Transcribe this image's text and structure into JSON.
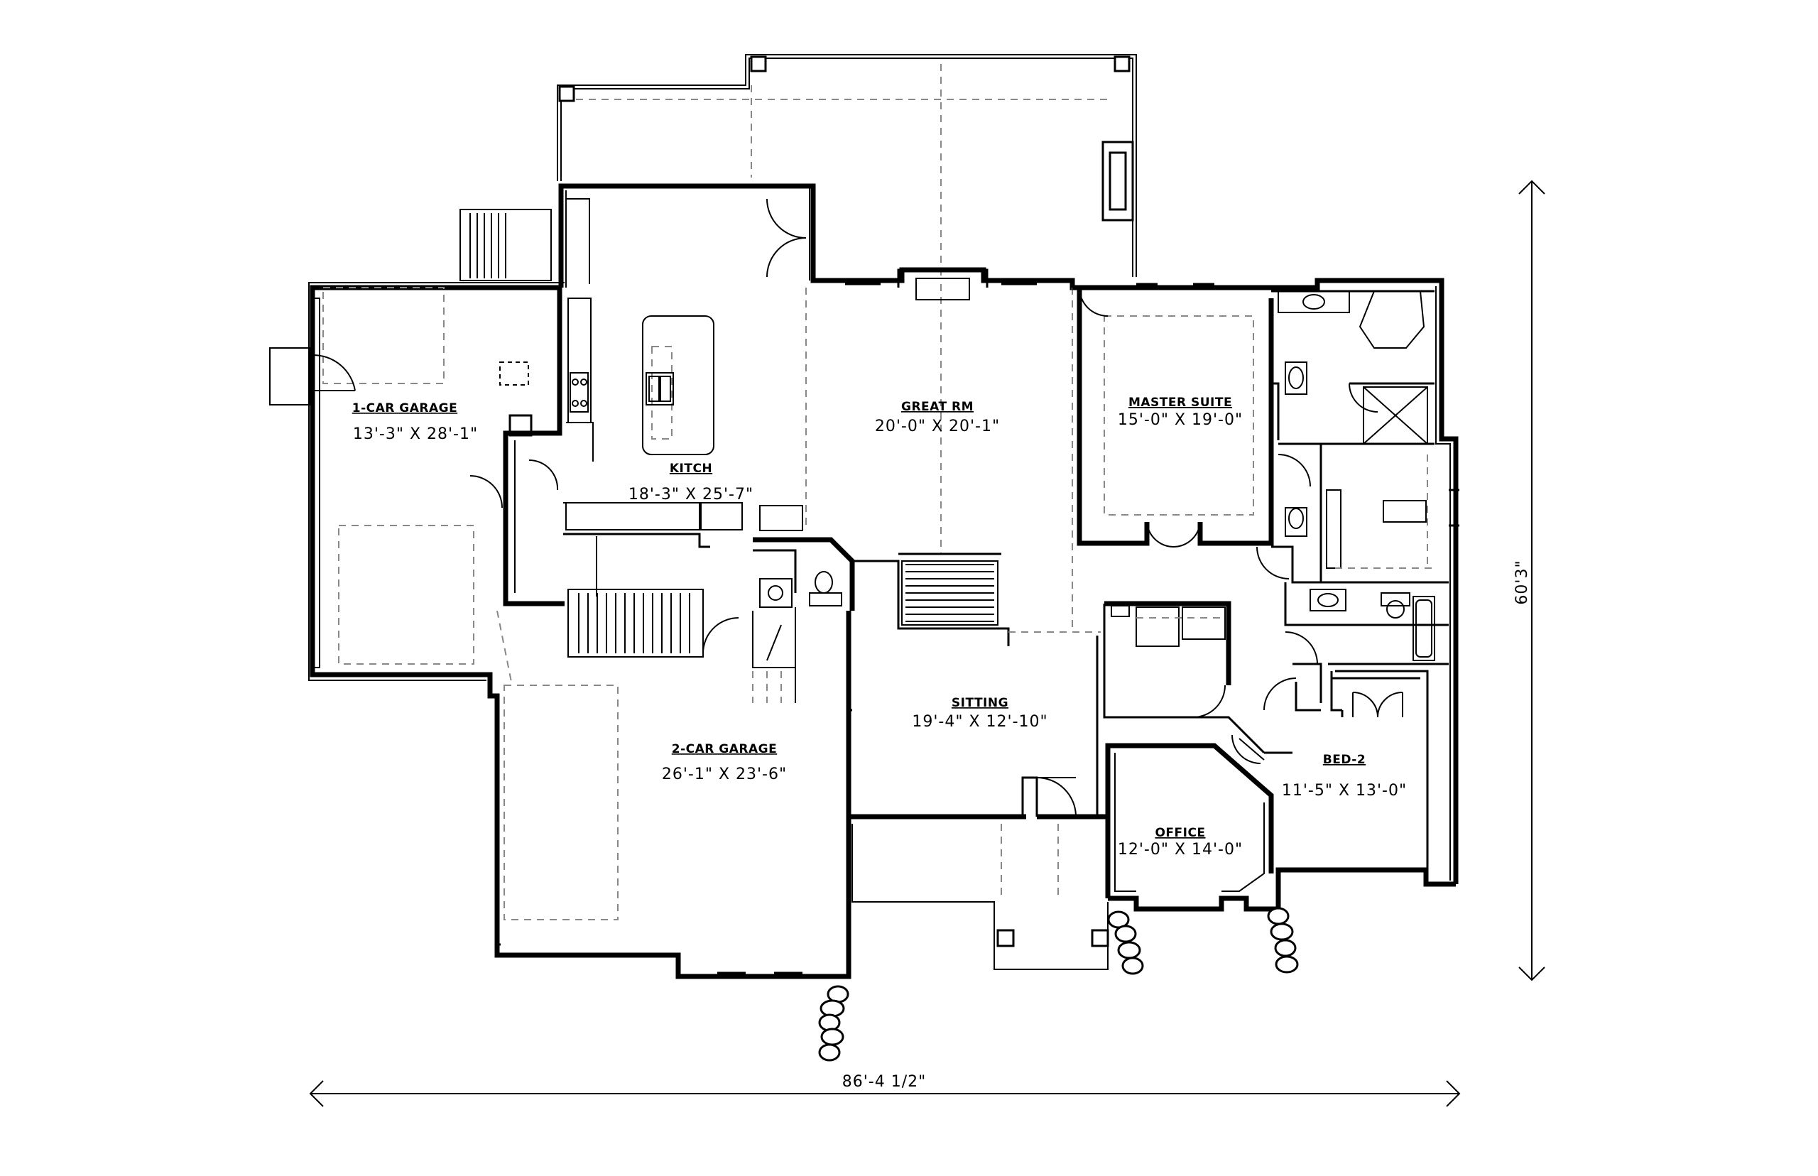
{
  "rooms": {
    "garage1": {
      "name": "1-CAR GARAGE",
      "dims": "13'-3\" X 28'-1\""
    },
    "kitchen": {
      "name": "KITCH",
      "dims": "18'-3\" X 25'-7\""
    },
    "great_room": {
      "name": "GREAT RM",
      "dims": "20'-0\" X 20'-1\""
    },
    "master_suite": {
      "name": "MASTER SUITE",
      "dims": "15'-0\" X 19'-0\""
    },
    "sitting": {
      "name": "SITTING",
      "dims": "19'-4\" X 12'-10\""
    },
    "garage2": {
      "name": "2-CAR GARAGE",
      "dims": "26'-1\" X 23'-6\""
    },
    "office": {
      "name": "OFFICE",
      "dims": "12'-0\" X 14'-0\""
    },
    "bed2": {
      "name": "BED-2",
      "dims": "11'-5\" X 13'-0\""
    }
  },
  "overall": {
    "width": "86'-4 1/2\"",
    "depth": "60'3\""
  }
}
